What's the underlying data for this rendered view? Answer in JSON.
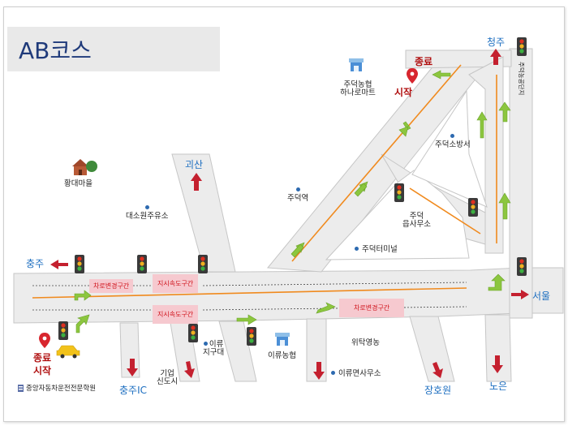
{
  "title": "AB코스",
  "directions": {
    "cheongju": "청주",
    "goesan": "괴산",
    "chungju": "충주",
    "seoul": "서울",
    "chungju_ic": "충주IC",
    "janghowon": "장호원",
    "noeun": "노은"
  },
  "markers": {
    "top_end": "종료",
    "top_start": "시작",
    "left_end": "종료",
    "left_start": "시작"
  },
  "places": {
    "jucheok_nh_line1": "주덕농협",
    "jucheok_nh_line2": "하나로마트",
    "hwangdae": "황대마을",
    "fire_station": "주덕소방서",
    "daesowon_gas": "대소원주유소",
    "jucheok_station": "주덕역",
    "office_line1": "주덕",
    "office_line2": "읍사무소",
    "terminal": "주덕터미널",
    "iryu_jigudae_line1": "이류",
    "iryu_jigudae_line2": "지구대",
    "iryu_nh": "이류농협",
    "giup_line1": "기업",
    "giup_line2": "신도시",
    "witak": "위탁영농",
    "iryu_office": "이류면사무소",
    "school": "중앙자동차운전전문학원",
    "industrial": "주덕농공단지"
  },
  "zones": {
    "lane_change_1": "차로변경구간",
    "signal_speed_1": "지시속도구간",
    "signal_speed_2": "지시속도구간",
    "lane_change_2": "차로변경구간"
  },
  "colors": {
    "road": "#ececec",
    "road_edge": "#c6c6c6",
    "center_line": "#f08a1e",
    "green_arrow": "#8cc63f",
    "red_arrow": "#c4202f",
    "label_blue": "#1c6ec0",
    "marker_red": "#b01010"
  }
}
